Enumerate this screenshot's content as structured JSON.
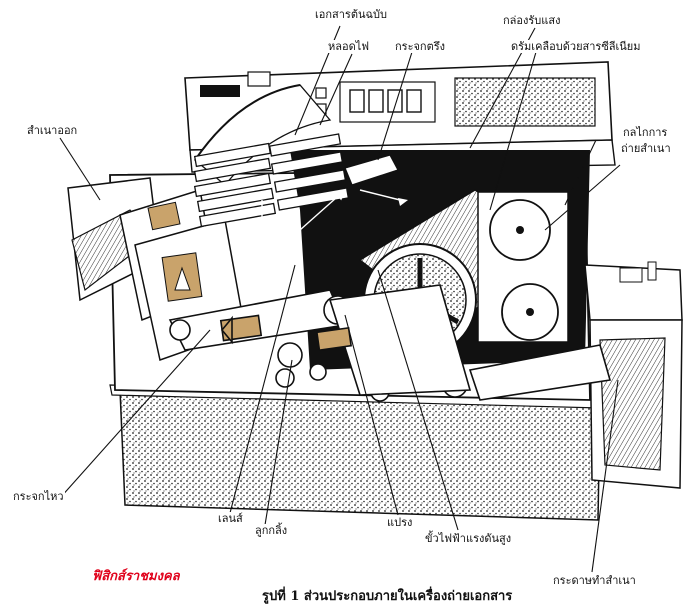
{
  "labels": {
    "original_document": "เอกสารต้นฉบับ",
    "lamp": "หลอดไฟ",
    "light_box": "กล่องรับแสง",
    "fixed_mirror": "กระจกตรึง",
    "selenium_drum": "ดรัมเคลือบด้วยสารซีลีเนียม",
    "copy_out": "สำเนาออก",
    "copy_mechanism_line1": "กลไกการ",
    "copy_mechanism_line2": "ถ่ายสำเนา",
    "moving_mirror": "กระจกไหว",
    "lens": "เลนส์",
    "roller": "ลูกกลิ้ง",
    "brush": "แปรง",
    "high_voltage_electrode": "ขั้วไฟฟ้าแรงดันสูง",
    "copy_paper": "กระดาษทำสำเนา"
  },
  "caption": "รูปที่ 1  ส่วนประกอบภายในเครื่องถ่ายเอกสาร",
  "watermark": "ฟิสิกส์ราชมงคล",
  "colors": {
    "ink": "#111111",
    "paper": "#ffffff",
    "watermark": "#e0001a",
    "arrow": "#c9a36b"
  }
}
